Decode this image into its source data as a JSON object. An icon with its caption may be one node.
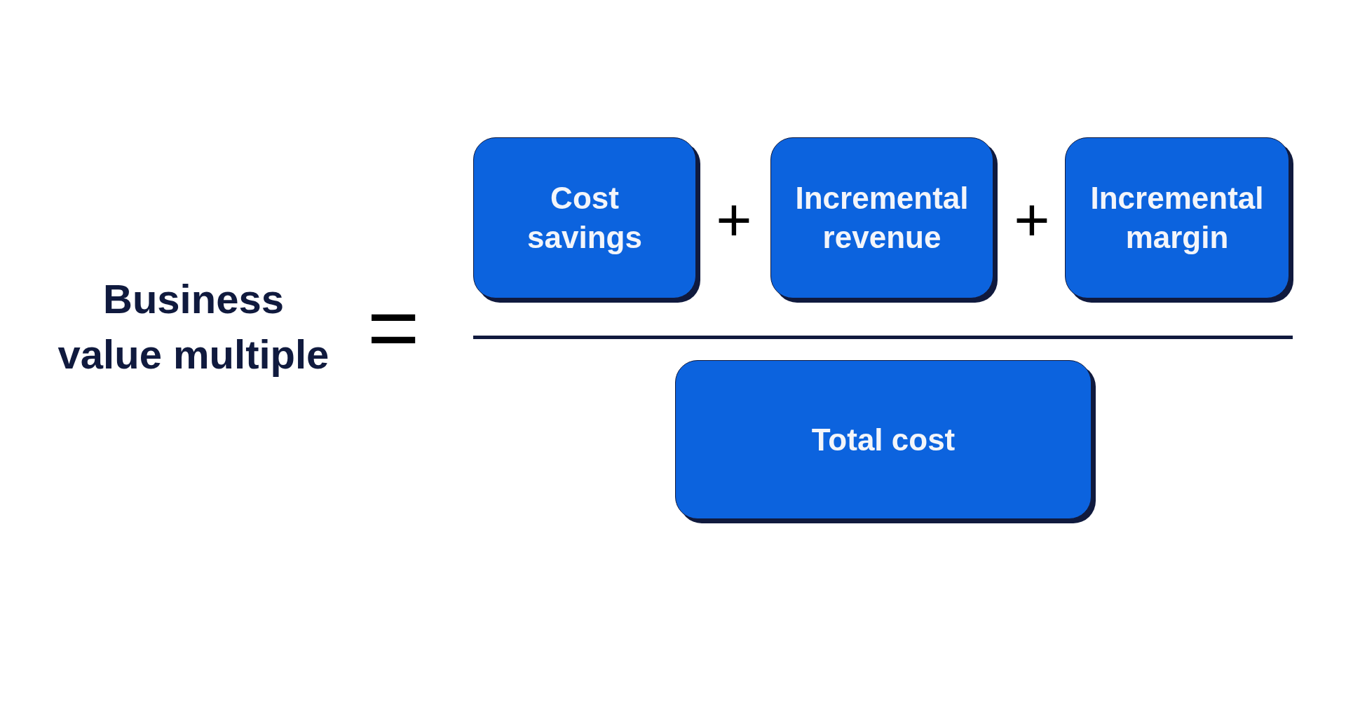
{
  "diagram": {
    "nodes": [
      {
        "text": [
          "Cost savings"
        ]
      },
      {
        "text": [
          "Incremental revenue"
        ]
      },
      {
        "text": [
          "Incremental margin"
        ]
      },
      {
        "text": [
          "Total cost"
        ]
      }
    ],
    "labels": [
      "Business value multiple",
      "=",
      "+",
      "+"
    ]
  }
}
